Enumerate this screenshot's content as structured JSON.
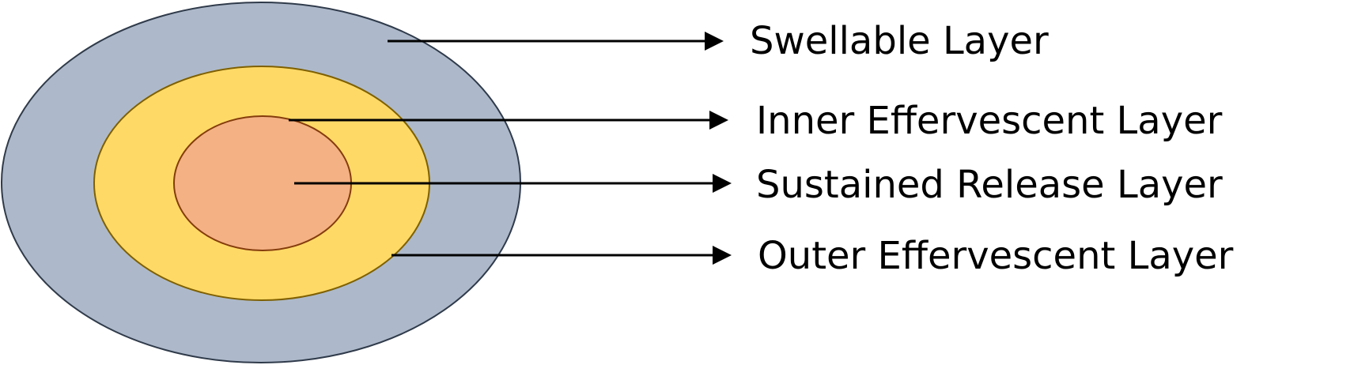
{
  "colors": {
    "swellable_layer_fill": "#ADB9CA",
    "swellable_layer_stroke": "#2F3A4A",
    "outer_effervescent_fill": "#FFD966",
    "outer_effervescent_stroke": "#7F6000",
    "core_fill": "#F4B183",
    "core_stroke": "#843C0C",
    "arrow": "#000000"
  },
  "labels": {
    "swellable": "Swellable Layer",
    "inner_effervescent": "Inner Effervescent Layer",
    "sustained_release": "Sustained Release Layer",
    "outer_effervescent": "Outer Effervescent Layer"
  }
}
